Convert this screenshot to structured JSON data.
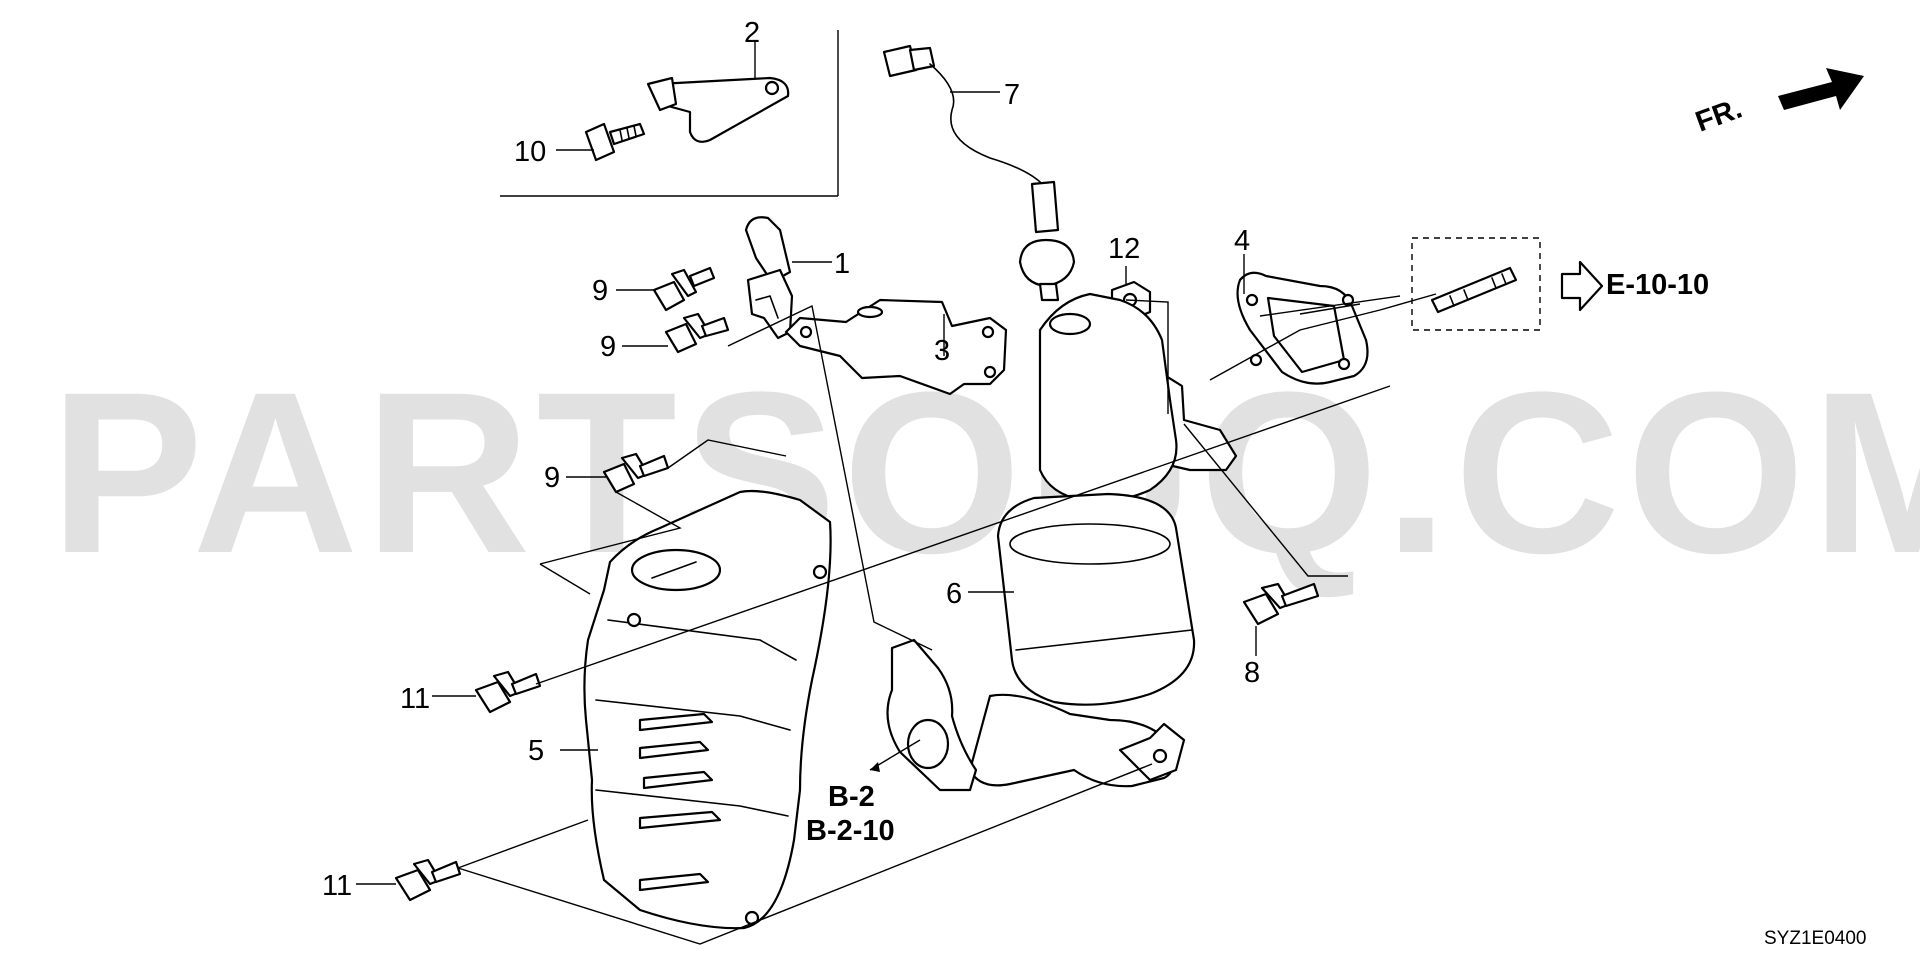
{
  "watermark": "PARTSOUQ.COM",
  "diagram_code": "SYZ1E0400",
  "direction_label": "FR.",
  "callouts": {
    "c1": "1",
    "c2": "2",
    "c3": "3",
    "c4": "4",
    "c5": "5",
    "c6": "6",
    "c7": "7",
    "c8": "8",
    "c9a": "9",
    "c9b": "9",
    "c9c": "9",
    "c10": "10",
    "c11a": "11",
    "c11b": "11",
    "c12": "12"
  },
  "references": {
    "e_ref": "E-10-10",
    "b_ref1": "B-2",
    "b_ref2": "B-2-10"
  }
}
